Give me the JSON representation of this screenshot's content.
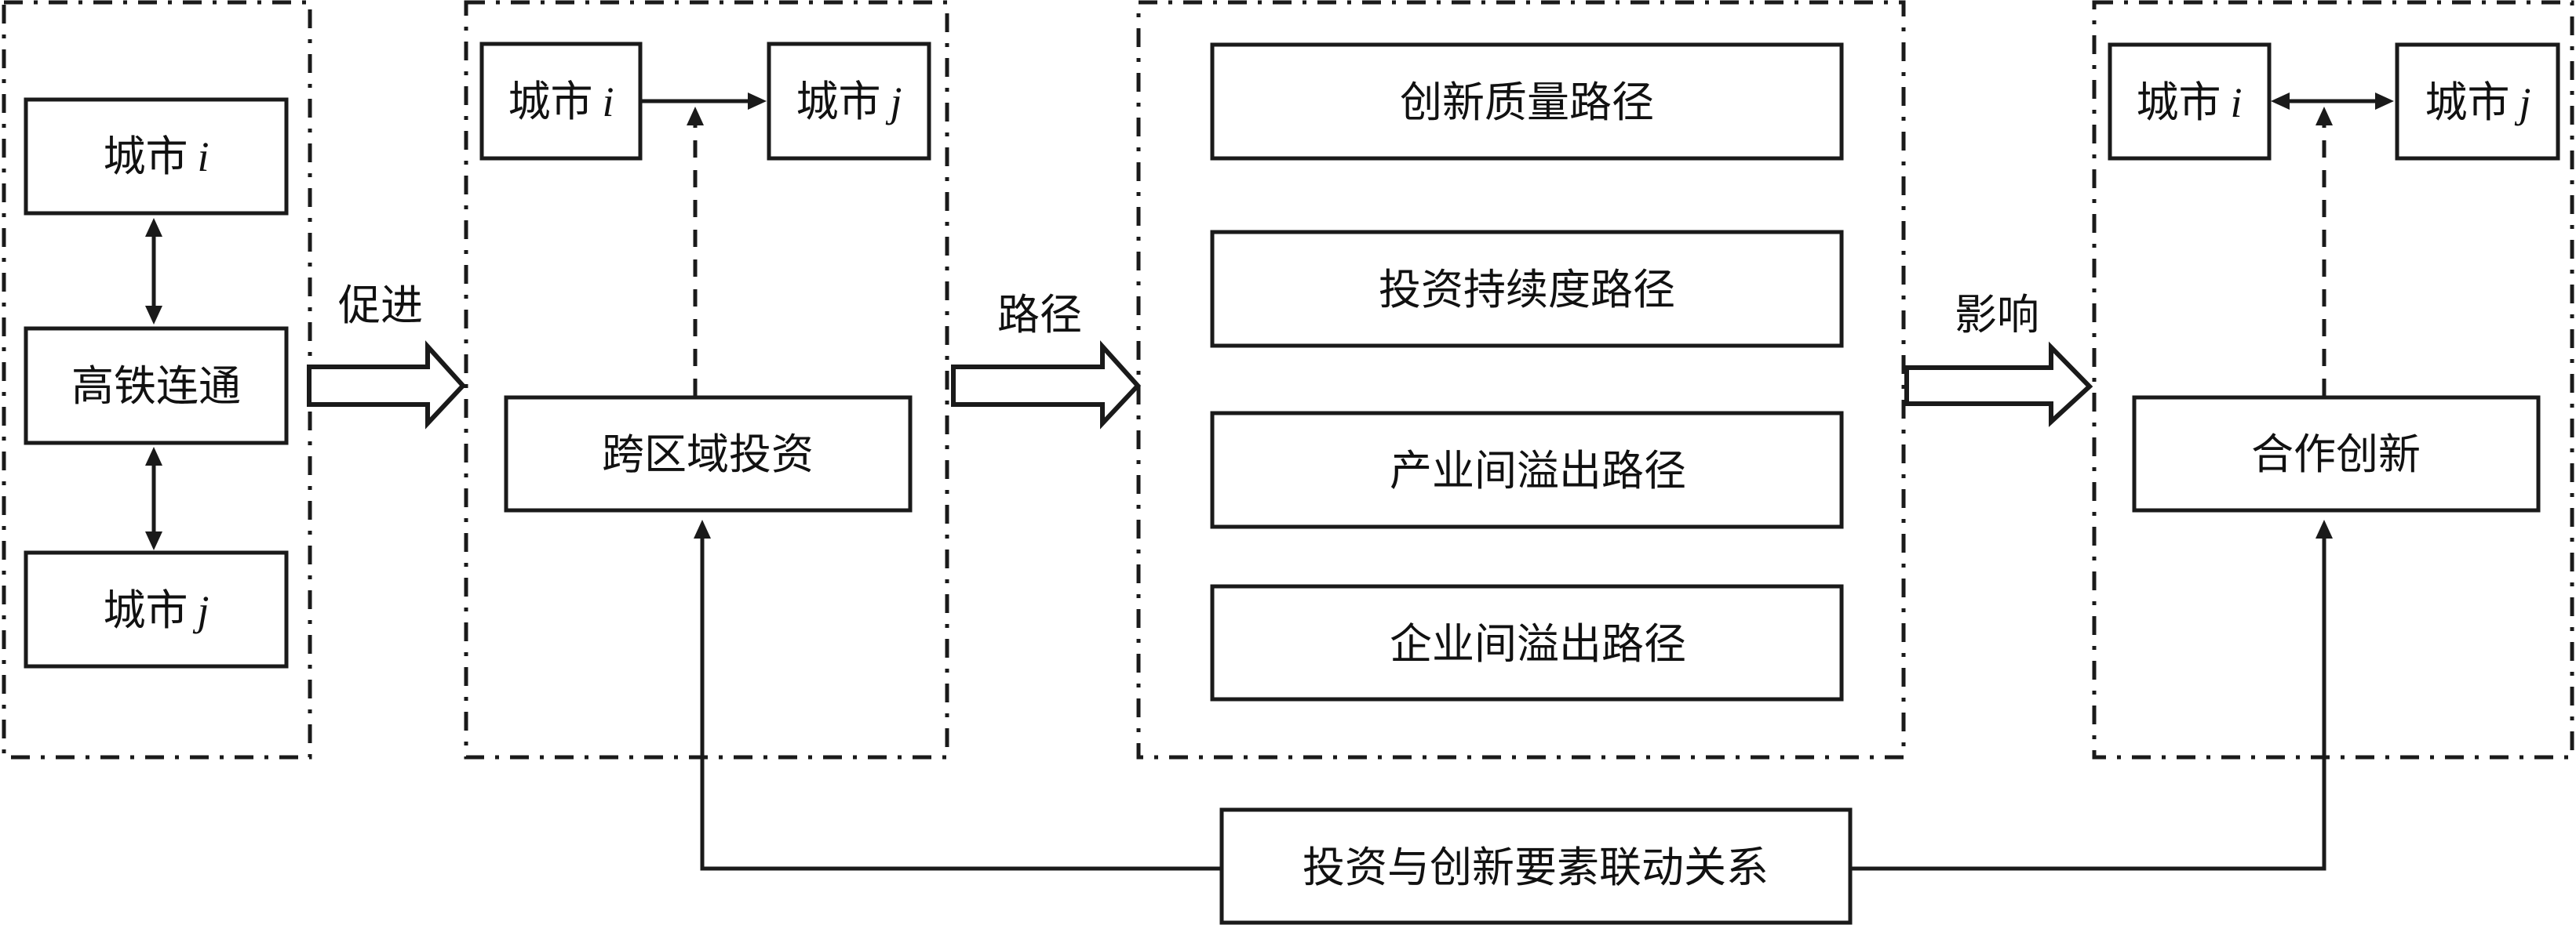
{
  "stage1": {
    "city_i": {
      "prefix": "城市",
      "var": "i"
    },
    "hsr": "高铁连通",
    "city_j": {
      "prefix": "城市",
      "var": "j"
    }
  },
  "arrow1_label": "促进",
  "stage2": {
    "city_i": {
      "prefix": "城市",
      "var": "i"
    },
    "city_j": {
      "prefix": "城市",
      "var": "j"
    },
    "investment": "跨区域投资"
  },
  "arrow2_label": "路径",
  "stage3": {
    "paths": [
      "创新质量路径",
      "投资持续度路径",
      "产业间溢出路径",
      "企业间溢出路径"
    ]
  },
  "arrow3_label": "影响",
  "stage4": {
    "city_i": {
      "prefix": "城市",
      "var": "i"
    },
    "city_j": {
      "prefix": "城市",
      "var": "j"
    },
    "innovation": "合作创新"
  },
  "linkage": "投资与创新要素联动关系"
}
